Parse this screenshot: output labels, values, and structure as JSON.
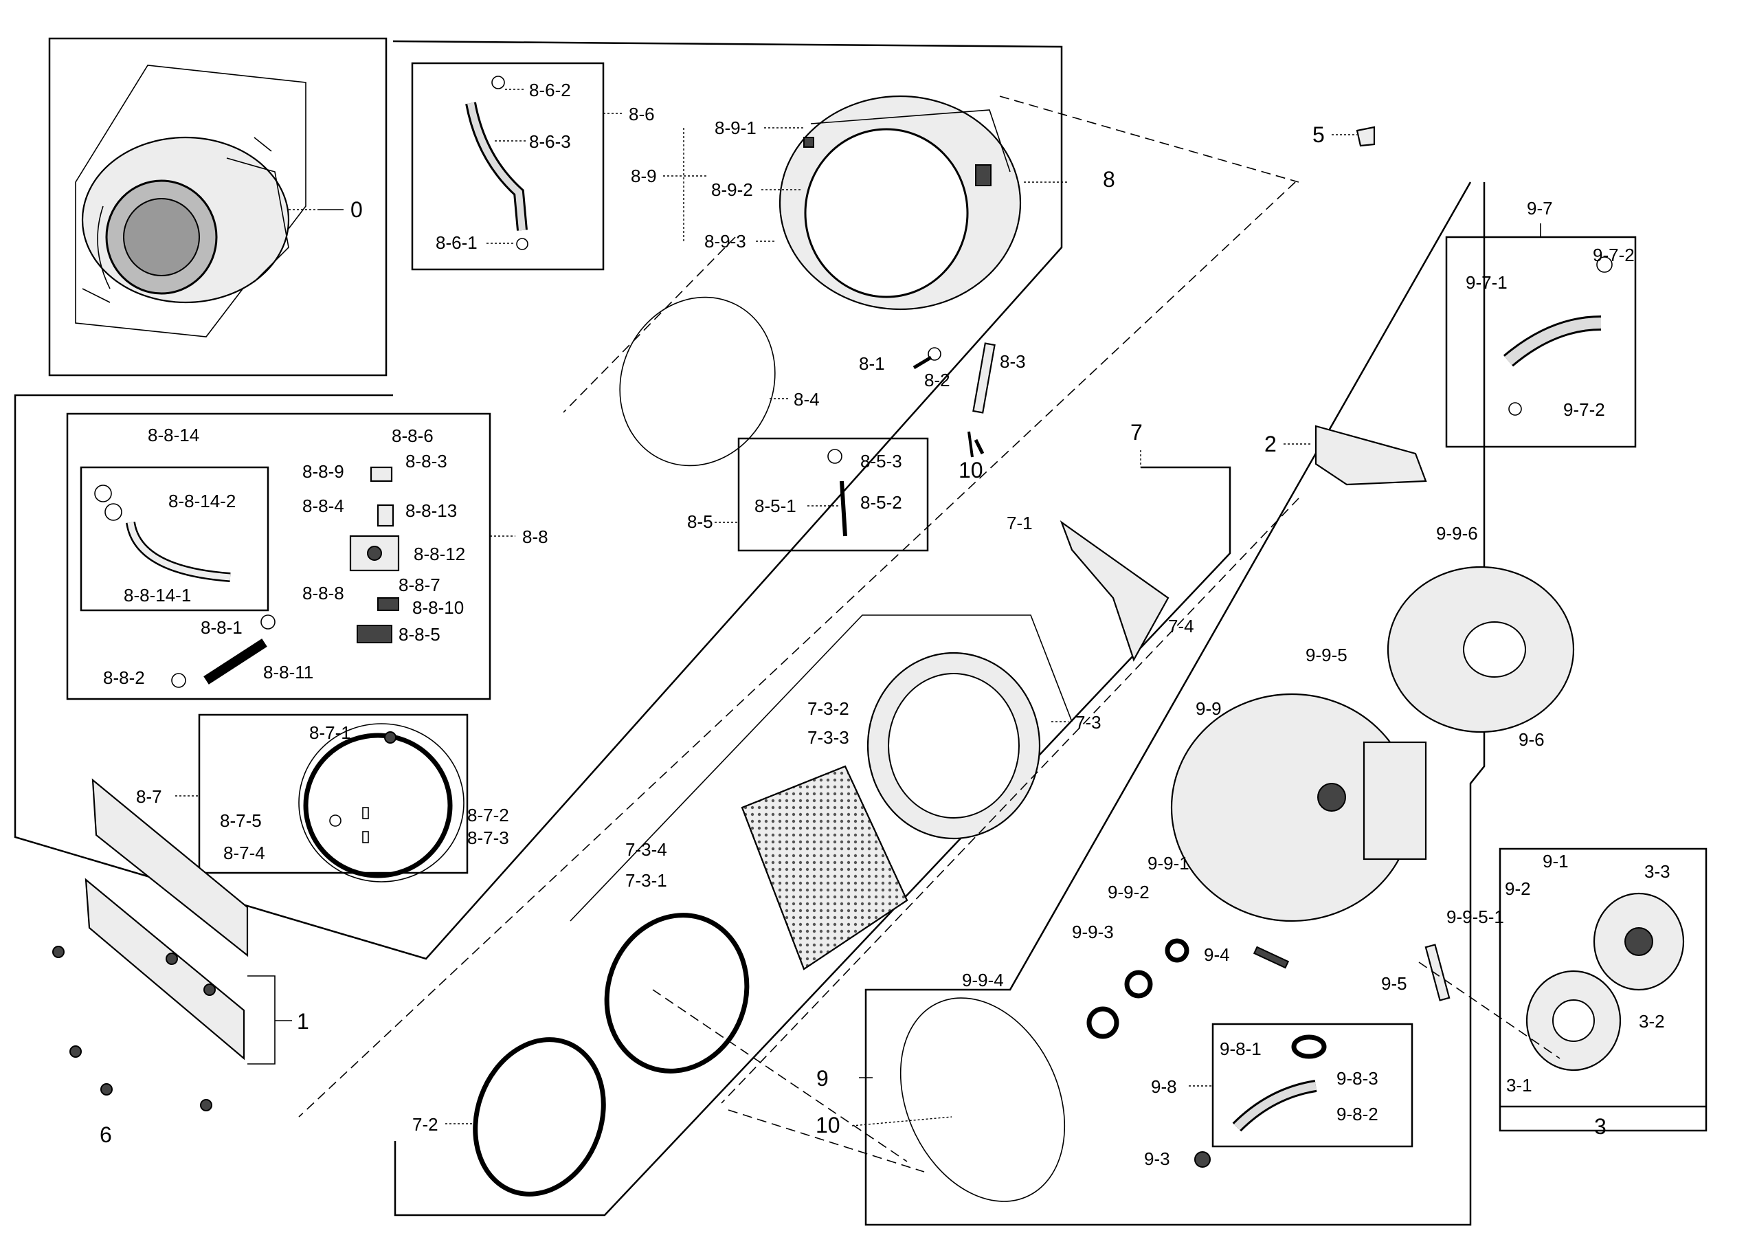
{
  "labels": {
    "l0": "0",
    "l1": "1",
    "l2": "2",
    "l3": "3",
    "l5": "5",
    "l6": "6",
    "l7": "7",
    "l8": "8",
    "l9": "9",
    "l10a": "10",
    "l10b": "10",
    "l8_1": "8-1",
    "l8_2": "8-2",
    "l8_3": "8-3",
    "l8_4": "8-4",
    "l8_5": "8-5",
    "l8_5_1": "8-5-1",
    "l8_5_2": "8-5-2",
    "l8_5_3": "8-5-3",
    "l8_6": "8-6",
    "l8_6_1": "8-6-1",
    "l8_6_2": "8-6-2",
    "l8_6_3": "8-6-3",
    "l8_7": "8-7",
    "l8_7_1": "8-7-1",
    "l8_7_2": "8-7-2",
    "l8_7_3": "8-7-3",
    "l8_7_4": "8-7-4",
    "l8_7_5": "8-7-5",
    "l8_8": "8-8",
    "l8_8_1": "8-8-1",
    "l8_8_2": "8-8-2",
    "l8_8_3": "8-8-3",
    "l8_8_4": "8-8-4",
    "l8_8_5": "8-8-5",
    "l8_8_6": "8-8-6",
    "l8_8_7": "8-8-7",
    "l8_8_8": "8-8-8",
    "l8_8_9": "8-8-9",
    "l8_8_10": "8-8-10",
    "l8_8_11": "8-8-11",
    "l8_8_12": "8-8-12",
    "l8_8_13": "8-8-13",
    "l8_8_14": "8-8-14",
    "l8_8_14_1": "8-8-14-1",
    "l8_8_14_2": "8-8-14-2",
    "l8_9": "8-9",
    "l8_9_1": "8-9-1",
    "l8_9_2": "8-9-2",
    "l8_9_3": "8-9-3",
    "l7_1": "7-1",
    "l7_2": "7-2",
    "l7_3": "7-3",
    "l7_3_1": "7-3-1",
    "l7_3_2": "7-3-2",
    "l7_3_3": "7-3-3",
    "l7_3_4": "7-3-4",
    "l7_4": "7-4",
    "l9_1": "9-1",
    "l9_2": "9-2",
    "l9_3": "9-3",
    "l9_4": "9-4",
    "l9_5": "9-5",
    "l9_6": "9-6",
    "l9_7": "9-7",
    "l9_7_1": "9-7-1",
    "l9_7_2a": "9-7-2",
    "l9_7_2b": "9-7-2",
    "l9_8": "9-8",
    "l9_8_1": "9-8-1",
    "l9_8_2": "9-8-2",
    "l9_8_3": "9-8-3",
    "l9_9": "9-9",
    "l9_9_1": "9-9-1",
    "l9_9_2": "9-9-2",
    "l9_9_3": "9-9-3",
    "l9_9_4": "9-9-4",
    "l9_9_5": "9-9-5",
    "l9_9_5_1": "9-9-5-1",
    "l9_9_6": "9-9-6",
    "l3_1": "3-1",
    "l3_2": "3-2",
    "l3_3": "3-3"
  }
}
